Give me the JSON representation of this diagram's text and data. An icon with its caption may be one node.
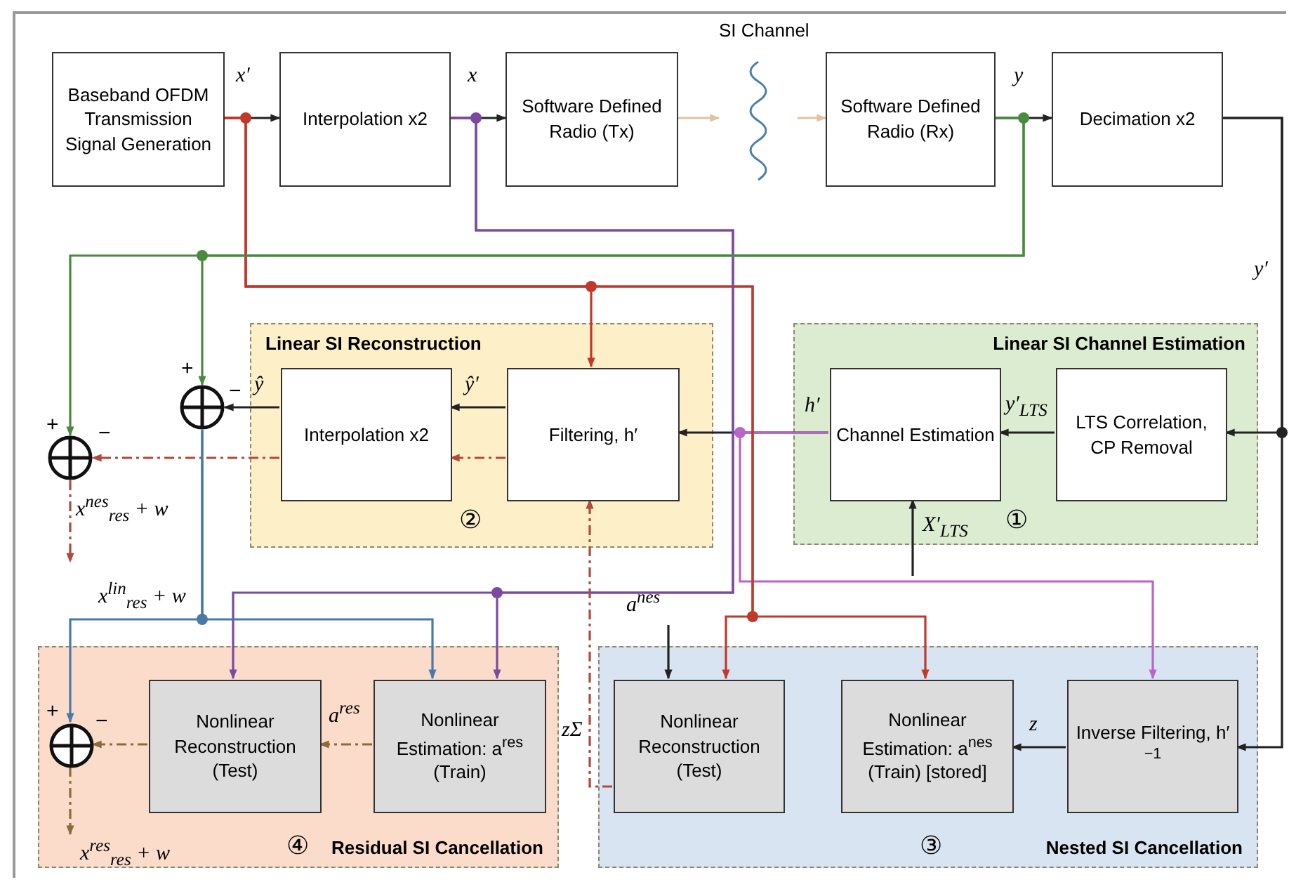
{
  "diagram": {
    "nodes": [
      {
        "text": [
          "Baseband OFDM Transmission Signal Generation"
        ]
      },
      {
        "text": [
          "Interpolation x2"
        ]
      },
      {
        "text": [
          "Software Defined Radio (Tx)"
        ]
      },
      {
        "text": [
          "SI Channel"
        ]
      },
      {
        "text": [
          "Software Defined Radio (Rx)"
        ]
      },
      {
        "text": [
          "Decimation x2"
        ]
      },
      {
        "text": [
          "Linear SI Reconstruction",
          "②"
        ]
      },
      {
        "text": [
          "Interpolation x2"
        ],
        "in": 6
      },
      {
        "text": [
          "Filtering, h′"
        ],
        "in": 6
      },
      {
        "text": [
          "Linear SI Channel Estimation",
          "①"
        ]
      },
      {
        "text": [
          "Channel Estimation"
        ],
        "in": 9,
        "beside": [
          "h′"
        ]
      },
      {
        "text": [
          "LTS Correlation, CP Removal"
        ],
        "in": 9
      },
      {
        "text": [],
        "shape": "circle"
      },
      {
        "text": [],
        "shape": "circle"
      },
      {
        "text": [
          "④",
          "Residual SI Cancellation"
        ]
      },
      {
        "text": [
          "Nonlinear Reconstruction (Test)"
        ],
        "in": 14
      },
      {
        "text": [
          "Nonlinear Estimation: a$^{res}$ (Train)"
        ],
        "in": 14
      },
      {
        "text": [],
        "shape": "circle",
        "in": 14
      },
      {
        "text": [
          "③",
          "Nested SI Cancellation"
        ]
      },
      {
        "text": [
          "Nonlinear Reconstruction (Test)"
        ],
        "in": 18
      },
      {
        "text": [
          "Nonlinear Estimation: a$^{nes}$ (Train) [stored]"
        ],
        "in": 18
      },
      {
        "text": [
          "Inverse Filtering, h′$^{−1}$"
        ],
        "in": 18
      },
      {
        "text": [
          "x$^{res}$$_{res}$ + w"
        ],
        "in": 14
      }
    ],
    "edges": [
      {
        "from": 0,
        "to": 1,
        "arrow": "to"
      },
      {
        "from": 1,
        "to": 2,
        "arrow": "to"
      },
      {
        "from": 2,
        "to": 3,
        "arrow": "to",
        "color": "#e2c29f"
      },
      {
        "from": 3,
        "to": 4,
        "arrow": "to",
        "color": "#e2c29f"
      },
      {
        "from": 4,
        "to": 5,
        "arrow": "to"
      },
      {
        "from": 5,
        "to": 11,
        "arrow": "to"
      },
      {
        "from": 5,
        "to": 21,
        "arrow": "to"
      },
      {
        "from": 11,
        "to": 10,
        "arrow": "to"
      },
      {
        "from": 10,
        "to": 8,
        "arrow": "to"
      },
      {
        "from": 10,
        "to": 21,
        "arrow": "to",
        "color": "#b864c8"
      },
      {
        "from": null,
        "to": 10,
        "arrow": "to"
      },
      {
        "from": 8,
        "to": 7,
        "arrow": "to"
      },
      {
        "from": 7,
        "to": 12,
        "arrow": "to"
      },
      {
        "from": 8,
        "to": 7,
        "arrow": "to",
        "style": "dashed",
        "color": "#b04a3c"
      },
      {
        "from": 7,
        "to": 13,
        "arrow": "to",
        "style": "dashed",
        "color": "#b04a3c"
      },
      {
        "from": 13,
        "to": null,
        "arrow": "to",
        "style": "dashed",
        "color": "#b04a3c"
      },
      {
        "from": 0,
        "to": 8,
        "arrow": "to",
        "color": "#c0392b"
      },
      {
        "from": 0,
        "to": 19,
        "arrow": "to",
        "color": "#c0392b"
      },
      {
        "from": 0,
        "to": 20,
        "arrow": "to",
        "color": "#c0392b"
      },
      {
        "from": 1,
        "to": 15,
        "arrow": "to",
        "color": "#7b4a9e"
      },
      {
        "from": 1,
        "to": 16,
        "arrow": "to",
        "color": "#7b4a9e"
      },
      {
        "from": 4,
        "to": 12,
        "arrow": "to",
        "color": "#4a8a3f"
      },
      {
        "from": 4,
        "to": 13,
        "arrow": "to",
        "color": "#4a8a3f"
      },
      {
        "from": 12,
        "to": 17,
        "arrow": "to",
        "color": "#4a78a8"
      },
      {
        "from": 12,
        "to": 16,
        "arrow": "to",
        "color": "#4a78a8"
      },
      {
        "from": 16,
        "to": 15,
        "arrow": "to",
        "style": "dashed",
        "color": "#8b6b3a"
      },
      {
        "from": 15,
        "to": 17,
        "arrow": "to",
        "style": "dashed",
        "color": "#8b6b3a"
      },
      {
        "from": 17,
        "to": 22,
        "arrow": "to",
        "style": "dashed",
        "color": "#8b6b3a"
      },
      {
        "from": 21,
        "to": 20,
        "arrow": "to"
      },
      {
        "from": null,
        "to": 19,
        "arrow": "to"
      },
      {
        "from": 19,
        "to": 8,
        "arrow": "to",
        "style": "dashed",
        "color": "#b04a3c"
      }
    ],
    "labels": [
      "x′",
      "x",
      "y",
      "y′",
      "+",
      "ŷ",
      "ŷ′",
      "−",
      "y′$_{LTS}$",
      "+",
      "−",
      "x$^{nes}$$_{res}$ + w",
      "X′$_{LTS}$",
      "x$^{lin}$$_{res}$ + w",
      "a$^{nes}$",
      "+",
      "−",
      "a$^{res}$",
      "zΣ",
      "z"
    ]
  }
}
